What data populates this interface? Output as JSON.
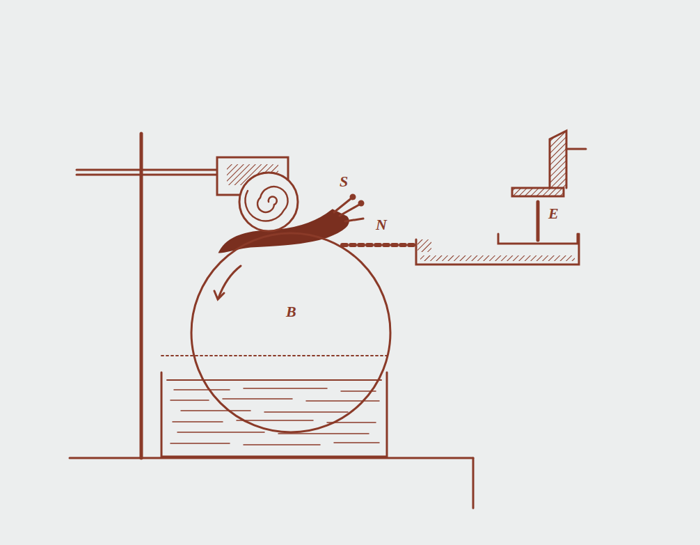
{
  "diagram": {
    "nodes": [
      {
        "text": [
          "B"
        ]
      }
    ],
    "labels": [
      "S",
      "N",
      "E"
    ]
  }
}
